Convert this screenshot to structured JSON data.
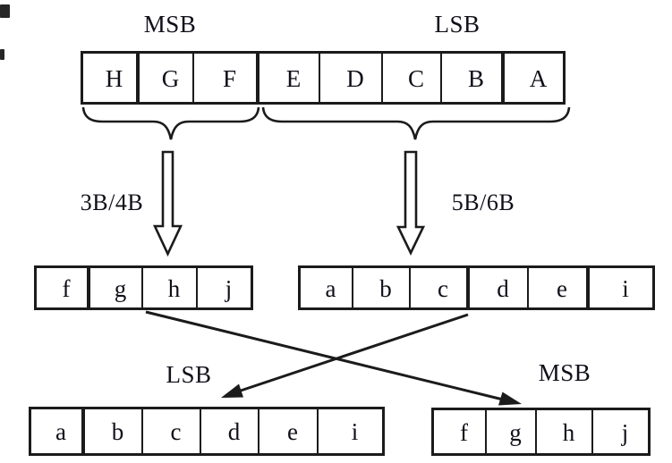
{
  "colors": {
    "ink": "#1b1b1b",
    "background": "#ffffff"
  },
  "top_section": {
    "msb_label": "MSB",
    "lsb_label": "LSB",
    "cells": [
      "H",
      "G",
      "F",
      "E",
      "D",
      "C",
      "B",
      "A"
    ]
  },
  "encoders": {
    "left_label": "3B/4B",
    "right_label": "5B/6B"
  },
  "middle_section": {
    "left_cells": [
      "f",
      "g",
      "h",
      "j"
    ],
    "right_cells": [
      "a",
      "b",
      "c",
      "d",
      "e",
      "i"
    ]
  },
  "bottom_section": {
    "lsb_label": "LSB",
    "msb_label": "MSB",
    "left_cells": [
      "a",
      "b",
      "c",
      "d",
      "e",
      "i"
    ],
    "right_cells": [
      "f",
      "g",
      "h",
      "j"
    ]
  }
}
